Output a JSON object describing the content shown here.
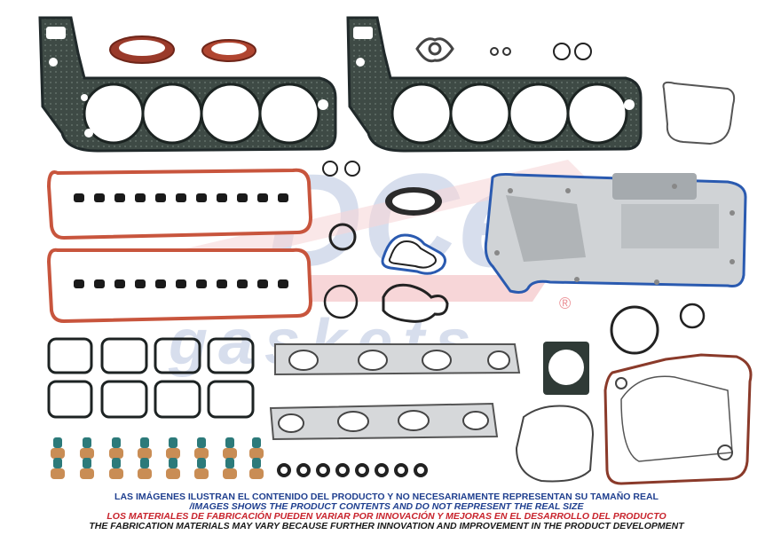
{
  "watermark": {
    "brand_letters": "DCe",
    "tagline": "gaskets",
    "registered_mark": "®",
    "color_blue": "#2a4f9e",
    "color_red": "#d8242f"
  },
  "disclaimer": {
    "line1": "LAS IMÁGENES ILUSTRAN EL CONTENIDO DEL PRODUCTO Y NO NECESARIAMENTE REPRESENTAN SU TAMAÑO REAL",
    "line2": "/IMAGES SHOWS THE PRODUCT CONTENTS AND DO NOT REPRESENT THE REAL SIZE",
    "line3": "LOS MATERIALES DE FABRICACIÓN PUEDEN VARIAR POR INNOVACIÓN Y MEJORAS EN EL DESARROLLO DEL PRODUCTO",
    "line4": "THE FABRICATION MATERIALS MAY VARY BECAUSE FURTHER INNOVATION AND IMPROVEMENT IN THE PRODUCT DEVELOPMENT"
  },
  "palette": {
    "graphite": "#2f3a36",
    "steel": "#b8bcc0",
    "rubber_red": "#c8553d",
    "seal_brown": "#9a3a2a",
    "seal_green": "#2c7a7a",
    "seal_tan": "#c98d55",
    "blue_gasket": "#2a5ab0"
  }
}
